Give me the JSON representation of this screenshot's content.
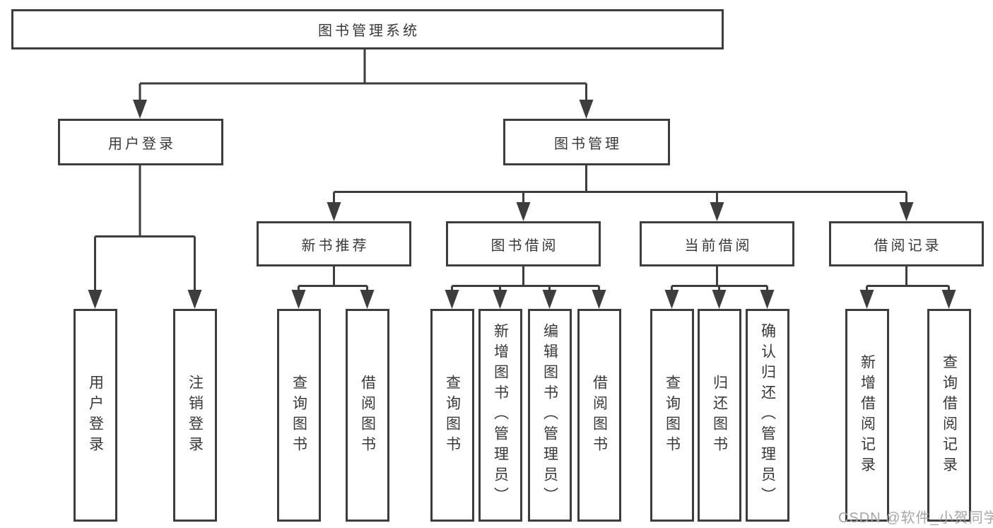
{
  "diagram_title": "图书管理系统",
  "colors": {
    "line": "#3d3d3d",
    "box_border": "#3d3d3d",
    "text": "#383838",
    "watermark": "#a6a6a6",
    "background": "#ffffff"
  },
  "watermark": {
    "text": "CSDN @软件_小贺同学"
  },
  "tree": {
    "label": "图书管理系统",
    "children": [
      {
        "label": "用户登录",
        "children": [
          {
            "label": "用户登录"
          },
          {
            "label": "注销登录"
          }
        ]
      },
      {
        "label": "图书管理",
        "children": [
          {
            "label": "新书推荐",
            "children": [
              {
                "label": "查询图书"
              },
              {
                "label": "借阅图书"
              }
            ]
          },
          {
            "label": "图书借阅",
            "children": [
              {
                "label": "查询图书"
              },
              {
                "label": "新增图书（管理员）"
              },
              {
                "label": "编辑图书（管理员）"
              },
              {
                "label": "借阅图书"
              }
            ]
          },
          {
            "label": "当前借阅",
            "children": [
              {
                "label": "查询图书"
              },
              {
                "label": "归还图书"
              },
              {
                "label": "确认归还（管理员）"
              }
            ]
          },
          {
            "label": "借阅记录",
            "children": [
              {
                "label": "新增借阅记录"
              },
              {
                "label": "查询借阅记录"
              }
            ]
          }
        ]
      }
    ]
  }
}
